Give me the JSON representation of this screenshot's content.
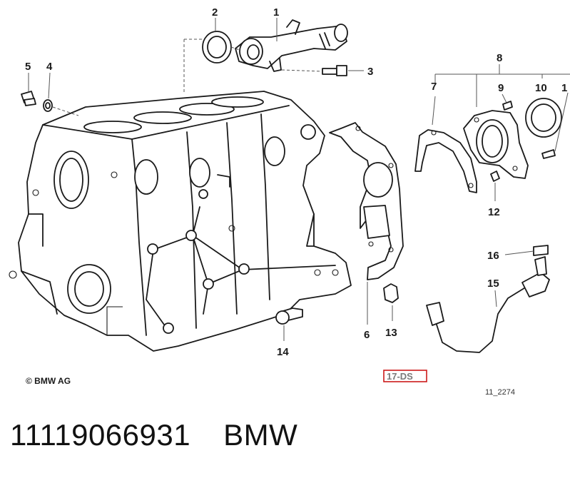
{
  "diagram": {
    "callouts": [
      "1",
      "2",
      "3",
      "4",
      "5",
      "6",
      "7",
      "8",
      "9",
      "10",
      "1",
      "12",
      "13",
      "14",
      "15",
      "16"
    ],
    "copyright": "© BMW AG",
    "ref_code": "17-DS",
    "drawing_id": "11_2274",
    "colors": {
      "ref_box": "#cc1a1a",
      "ref_text": "#7a7a7a",
      "line": "#1a1a1a"
    }
  },
  "caption": {
    "part_number": "11119066931",
    "brand": "BMW"
  }
}
